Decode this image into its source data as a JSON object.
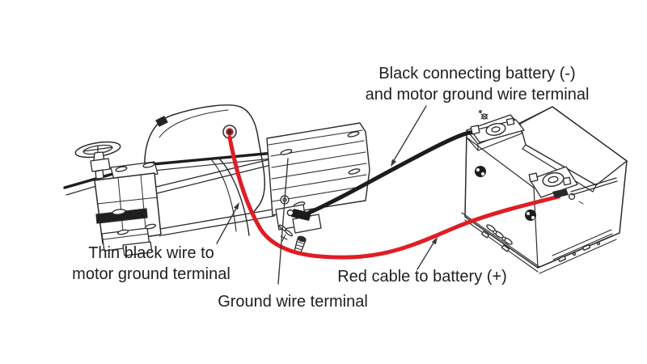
{
  "figure": {
    "background": "#ffffff",
    "line_color": "#2b2b2b",
    "text_color": "#1f1f1f",
    "labels": {
      "negative_cable": {
        "line1": "Black connecting battery (-)",
        "line2": "and motor ground wire terminal"
      },
      "thin_black_wire": {
        "line1": "Thin black wire to",
        "line2": "motor ground terminal"
      },
      "ground_terminal": {
        "text": "Ground wire terminal"
      },
      "positive_cable": {
        "text": "Red cable to battery (+)"
      }
    },
    "cables": {
      "black": {
        "color": "#1c1c1c"
      },
      "red": {
        "color": "#e01d24"
      }
    }
  }
}
